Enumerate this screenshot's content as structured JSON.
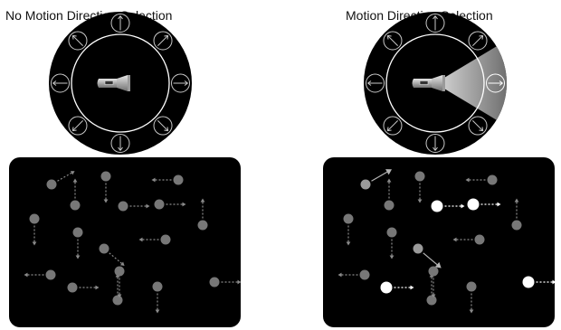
{
  "panels": [
    {
      "title": "No Motion Direction Selection",
      "direction_selected": false
    },
    {
      "title": "Motion Direction Selection",
      "direction_selected": true,
      "selected_direction": "right",
      "selected_direction_deg": 0
    }
  ],
  "dial": {
    "directions_deg": [
      90,
      45,
      0,
      -45,
      -90,
      -135,
      180,
      135
    ],
    "icon": "flashlight-icon"
  },
  "dot_fields": {
    "left": [
      {
        "d": 30
      },
      {
        "d": 270
      },
      {
        "d": 180
      },
      {
        "d": 270
      },
      {
        "d": 90
      },
      {
        "d": 0
      },
      {
        "d": 0
      },
      {
        "d": 90
      },
      {
        "d": 270
      },
      {
        "d": 180
      },
      {
        "d": -40
      },
      {
        "d": 180
      },
      {
        "d": 0
      },
      {
        "d": 270
      },
      {
        "d": 0
      },
      {
        "d": 90
      },
      {
        "d": 270
      }
    ],
    "right": [
      {
        "d": 30,
        "hl": true
      },
      {
        "d": 270
      },
      {
        "d": 180
      },
      {
        "d": 270
      },
      {
        "d": 90
      },
      {
        "d": 0,
        "wh": true
      },
      {
        "d": 0,
        "wh": true
      },
      {
        "d": 90
      },
      {
        "d": 270
      },
      {
        "d": 180
      },
      {
        "d": -40,
        "hl": true
      },
      {
        "d": 180
      },
      {
        "d": 0,
        "wh": true
      },
      {
        "d": 270
      },
      {
        "d": 0,
        "wh": true
      },
      {
        "d": 90
      },
      {
        "d": 270
      }
    ]
  },
  "colors": {
    "dial_bg": "#000000",
    "field_bg": "#000000",
    "dot": "#777777",
    "dot_highlight": "#9a9a9a",
    "dot_selected": "#ffffff",
    "arrow": "#8a8a8a",
    "beam": "#bfbfbf"
  }
}
